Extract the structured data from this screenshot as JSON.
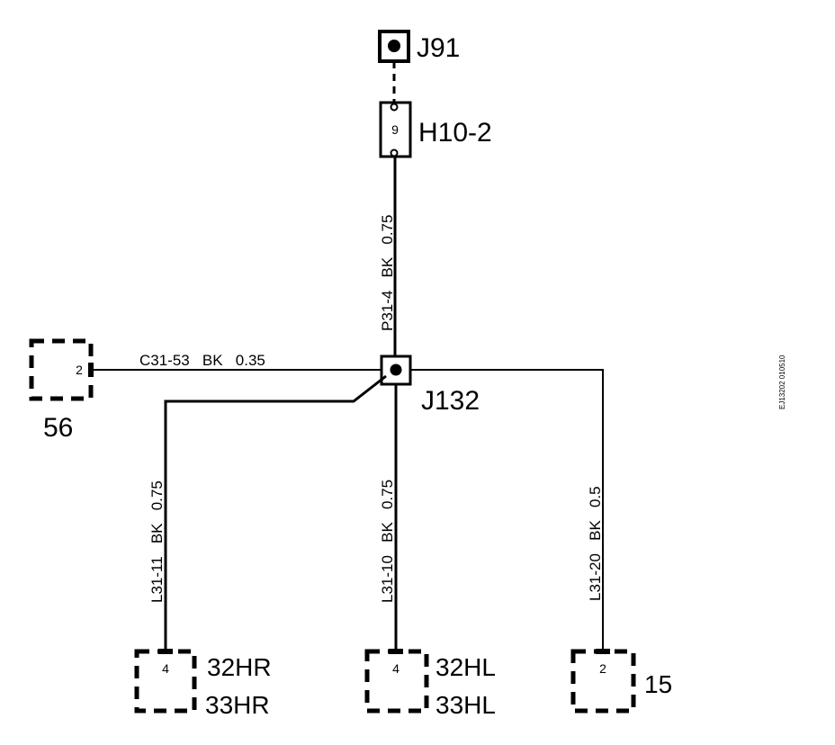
{
  "connectors": {
    "j91": "J91",
    "h10": "H10-2",
    "h10_pin": "9",
    "j132": "J132"
  },
  "wires": {
    "p31": "P31-4   BK   0.75",
    "c31": "C31-53   BK   0.35",
    "l31_11": "L31-11   BK   0.75",
    "l31_10": "L31-10   BK   0.75",
    "l31_20": "L31-20   BK   0.5"
  },
  "components": {
    "c56": {
      "label": "56",
      "pin": "2"
    },
    "left": {
      "label1": "32HR",
      "label2": "33HR",
      "pin": "4"
    },
    "middle": {
      "label1": "32HL",
      "label2": "33HL",
      "pin": "4"
    },
    "right": {
      "label": "15",
      "pin": "2"
    }
  },
  "side_code": "EJ13202 010510"
}
